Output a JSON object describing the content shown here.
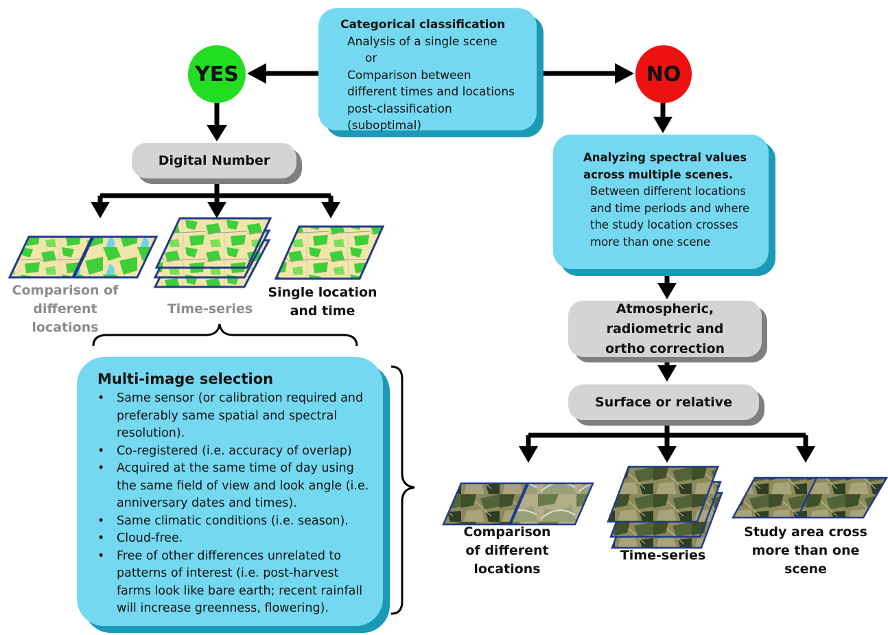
{
  "decision": {
    "title": "Categorical classification",
    "lines": [
      "Analysis of a single scene",
      "or",
      "Comparison between",
      "different times and locations",
      "post-classification",
      "(suboptimal)"
    ]
  },
  "yes_label": "YES",
  "no_label": "NO",
  "digital_number": "Digital Number",
  "left_outputs": {
    "comparison": [
      "Comparison of",
      "different locations"
    ],
    "time_series": "Time-series",
    "single": [
      "Single location",
      "and time"
    ]
  },
  "multi_image": {
    "title": "Multi-image selection",
    "bullets": [
      "Same sensor (or calibration required and preferably same spatial and spectral resolution).",
      "Co-registered (i.e. accuracy of overlap)",
      "Acquired at the same time of day using the same field of view and look angle (i.e. anniversary dates and times).",
      "Same climatic conditions (i.e. season).",
      "Cloud-free.",
      "Free of other differences unrelated to patterns of interest (i.e. post-harvest farms look like bare earth; recent rainfall will increase greenness, flowering)."
    ]
  },
  "analyzing": {
    "title_lines": [
      "Analyzing spectral values",
      "across multiple scenes."
    ],
    "lines": [
      "Between different locations",
      "and time periods and where",
      "the study location crosses",
      "more than one scene"
    ]
  },
  "correction": [
    "Atmospheric,",
    "radiometric and",
    "ortho correction"
  ],
  "surface": "Surface or relative",
  "right_outputs": {
    "comparison": [
      "Comparison",
      "of different",
      "locations"
    ],
    "time_series": "Time-series",
    "study_area": [
      "Study area cross",
      "more than one",
      "scene"
    ]
  },
  "colors": {
    "box_blue": "#74d8f0",
    "box_shadow_blue": "#1a9ab4",
    "box_gray": "#d4d4d4",
    "yes_green": "#22dd22",
    "no_red": "#ee1111",
    "map_beige": "#f3e4a9",
    "map_green": "#3fcf3a",
    "map_border": "#1f3a8c"
  },
  "icons": [
    "map-thumbnail-icon",
    "satellite-thumbnail-icon",
    "arrow-icon",
    "brace-icon"
  ]
}
